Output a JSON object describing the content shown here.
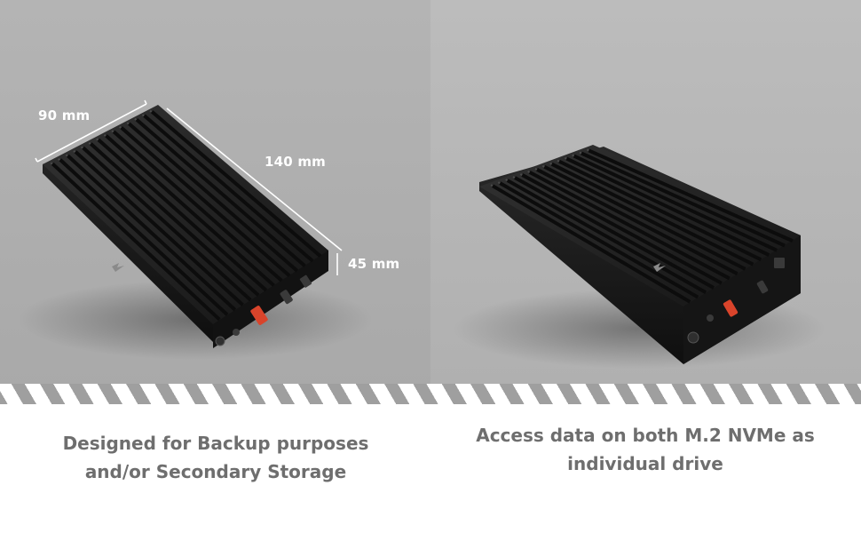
{
  "dimensions": {
    "width_label": "90 mm",
    "length_label": "140 mm",
    "height_label": "45 mm"
  },
  "captions": {
    "left": {
      "line1": "Designed for Backup purposes",
      "line2": "and/or Secondary Storage"
    },
    "right": {
      "line1": "Access data on both M.2 NVMe as",
      "line2": "individual drive"
    }
  },
  "colors": {
    "enclosure": "#1b1b1b",
    "fin": "#2c2c2c",
    "fin_highlight": "#4a4a4a",
    "usb_port_accent": "#d9442b",
    "caption_text": "#6e6e6e"
  }
}
